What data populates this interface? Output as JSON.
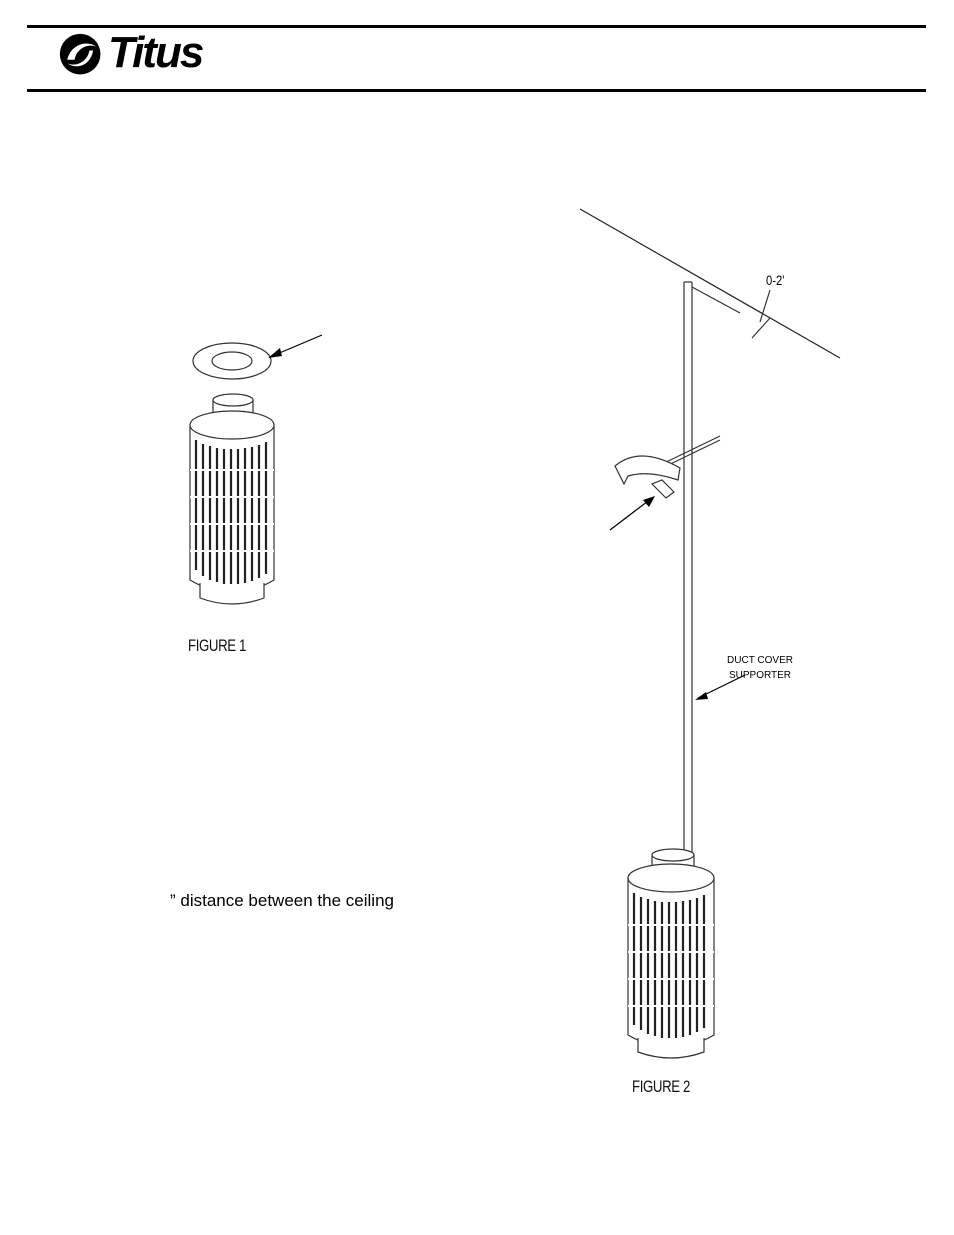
{
  "header": {
    "brand_name": "Titus",
    "logo_icon": "titus-swirl-icon"
  },
  "figure1": {
    "label": "FIGURE 1"
  },
  "figure2": {
    "label": "FIGURE 2",
    "dimension_label": "0-2'",
    "callout_line1": "DUCT COVER",
    "callout_line2": "SUPPORTER"
  },
  "body": {
    "text_fragment": "” distance between the ceiling"
  }
}
